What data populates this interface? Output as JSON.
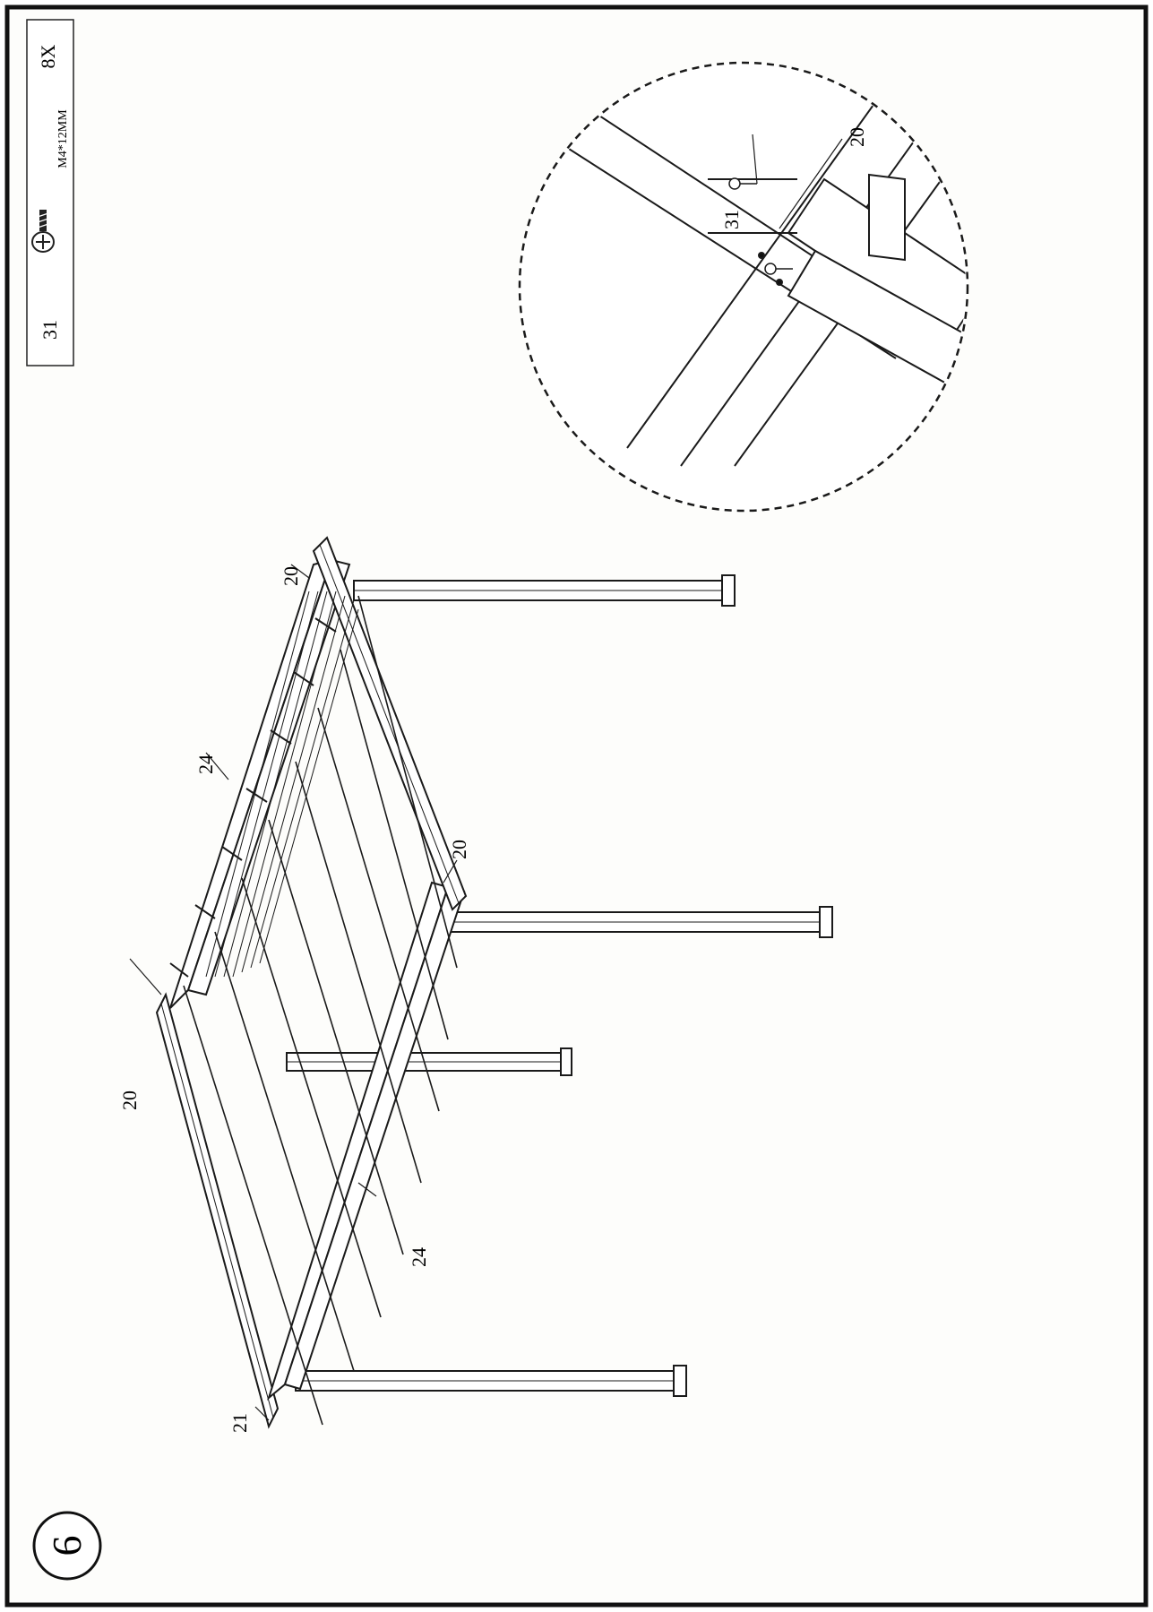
{
  "step": {
    "number": "6"
  },
  "parts_box": {
    "part_number": "31",
    "part_icon": "screw-icon",
    "spec": "M4*12MM",
    "quantity": "8X"
  },
  "labels": {
    "beam_top": "20",
    "beam_mid": "20",
    "beam_left": "20",
    "rafter_top": "24",
    "rafter_bottom": "24",
    "beam_corner": "21",
    "detail_screw": "31",
    "detail_beam": "20"
  },
  "colors": {
    "line": "#1a1a1a",
    "paper": "#fdfdfb"
  }
}
